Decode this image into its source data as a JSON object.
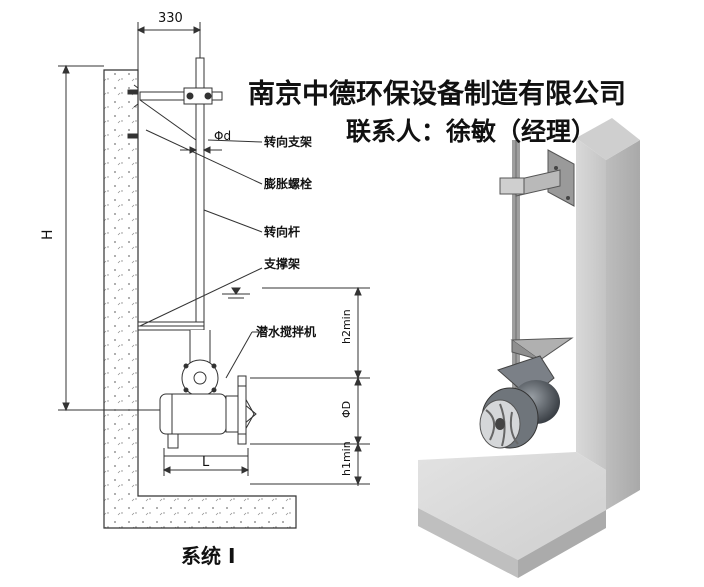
{
  "header": {
    "company_name": "南京中德环保设备制造有限公司",
    "contact_line": "联系人：徐敏（经理）"
  },
  "drawing": {
    "dimensions": {
      "top_width": "330",
      "height": "H",
      "rod_diameter": "Φd",
      "h2min": "h2min",
      "diameter": "ΦD",
      "h1min": "h1min",
      "length": "L"
    },
    "labels": {
      "turn_bracket": "转向支架",
      "expansion_bolt": "膨胀螺栓",
      "turn_rod": "转向杆",
      "support_frame": "支撑架",
      "submersible_mixer": "潜水搅拌机"
    },
    "caption": "系统 Ⅰ"
  }
}
